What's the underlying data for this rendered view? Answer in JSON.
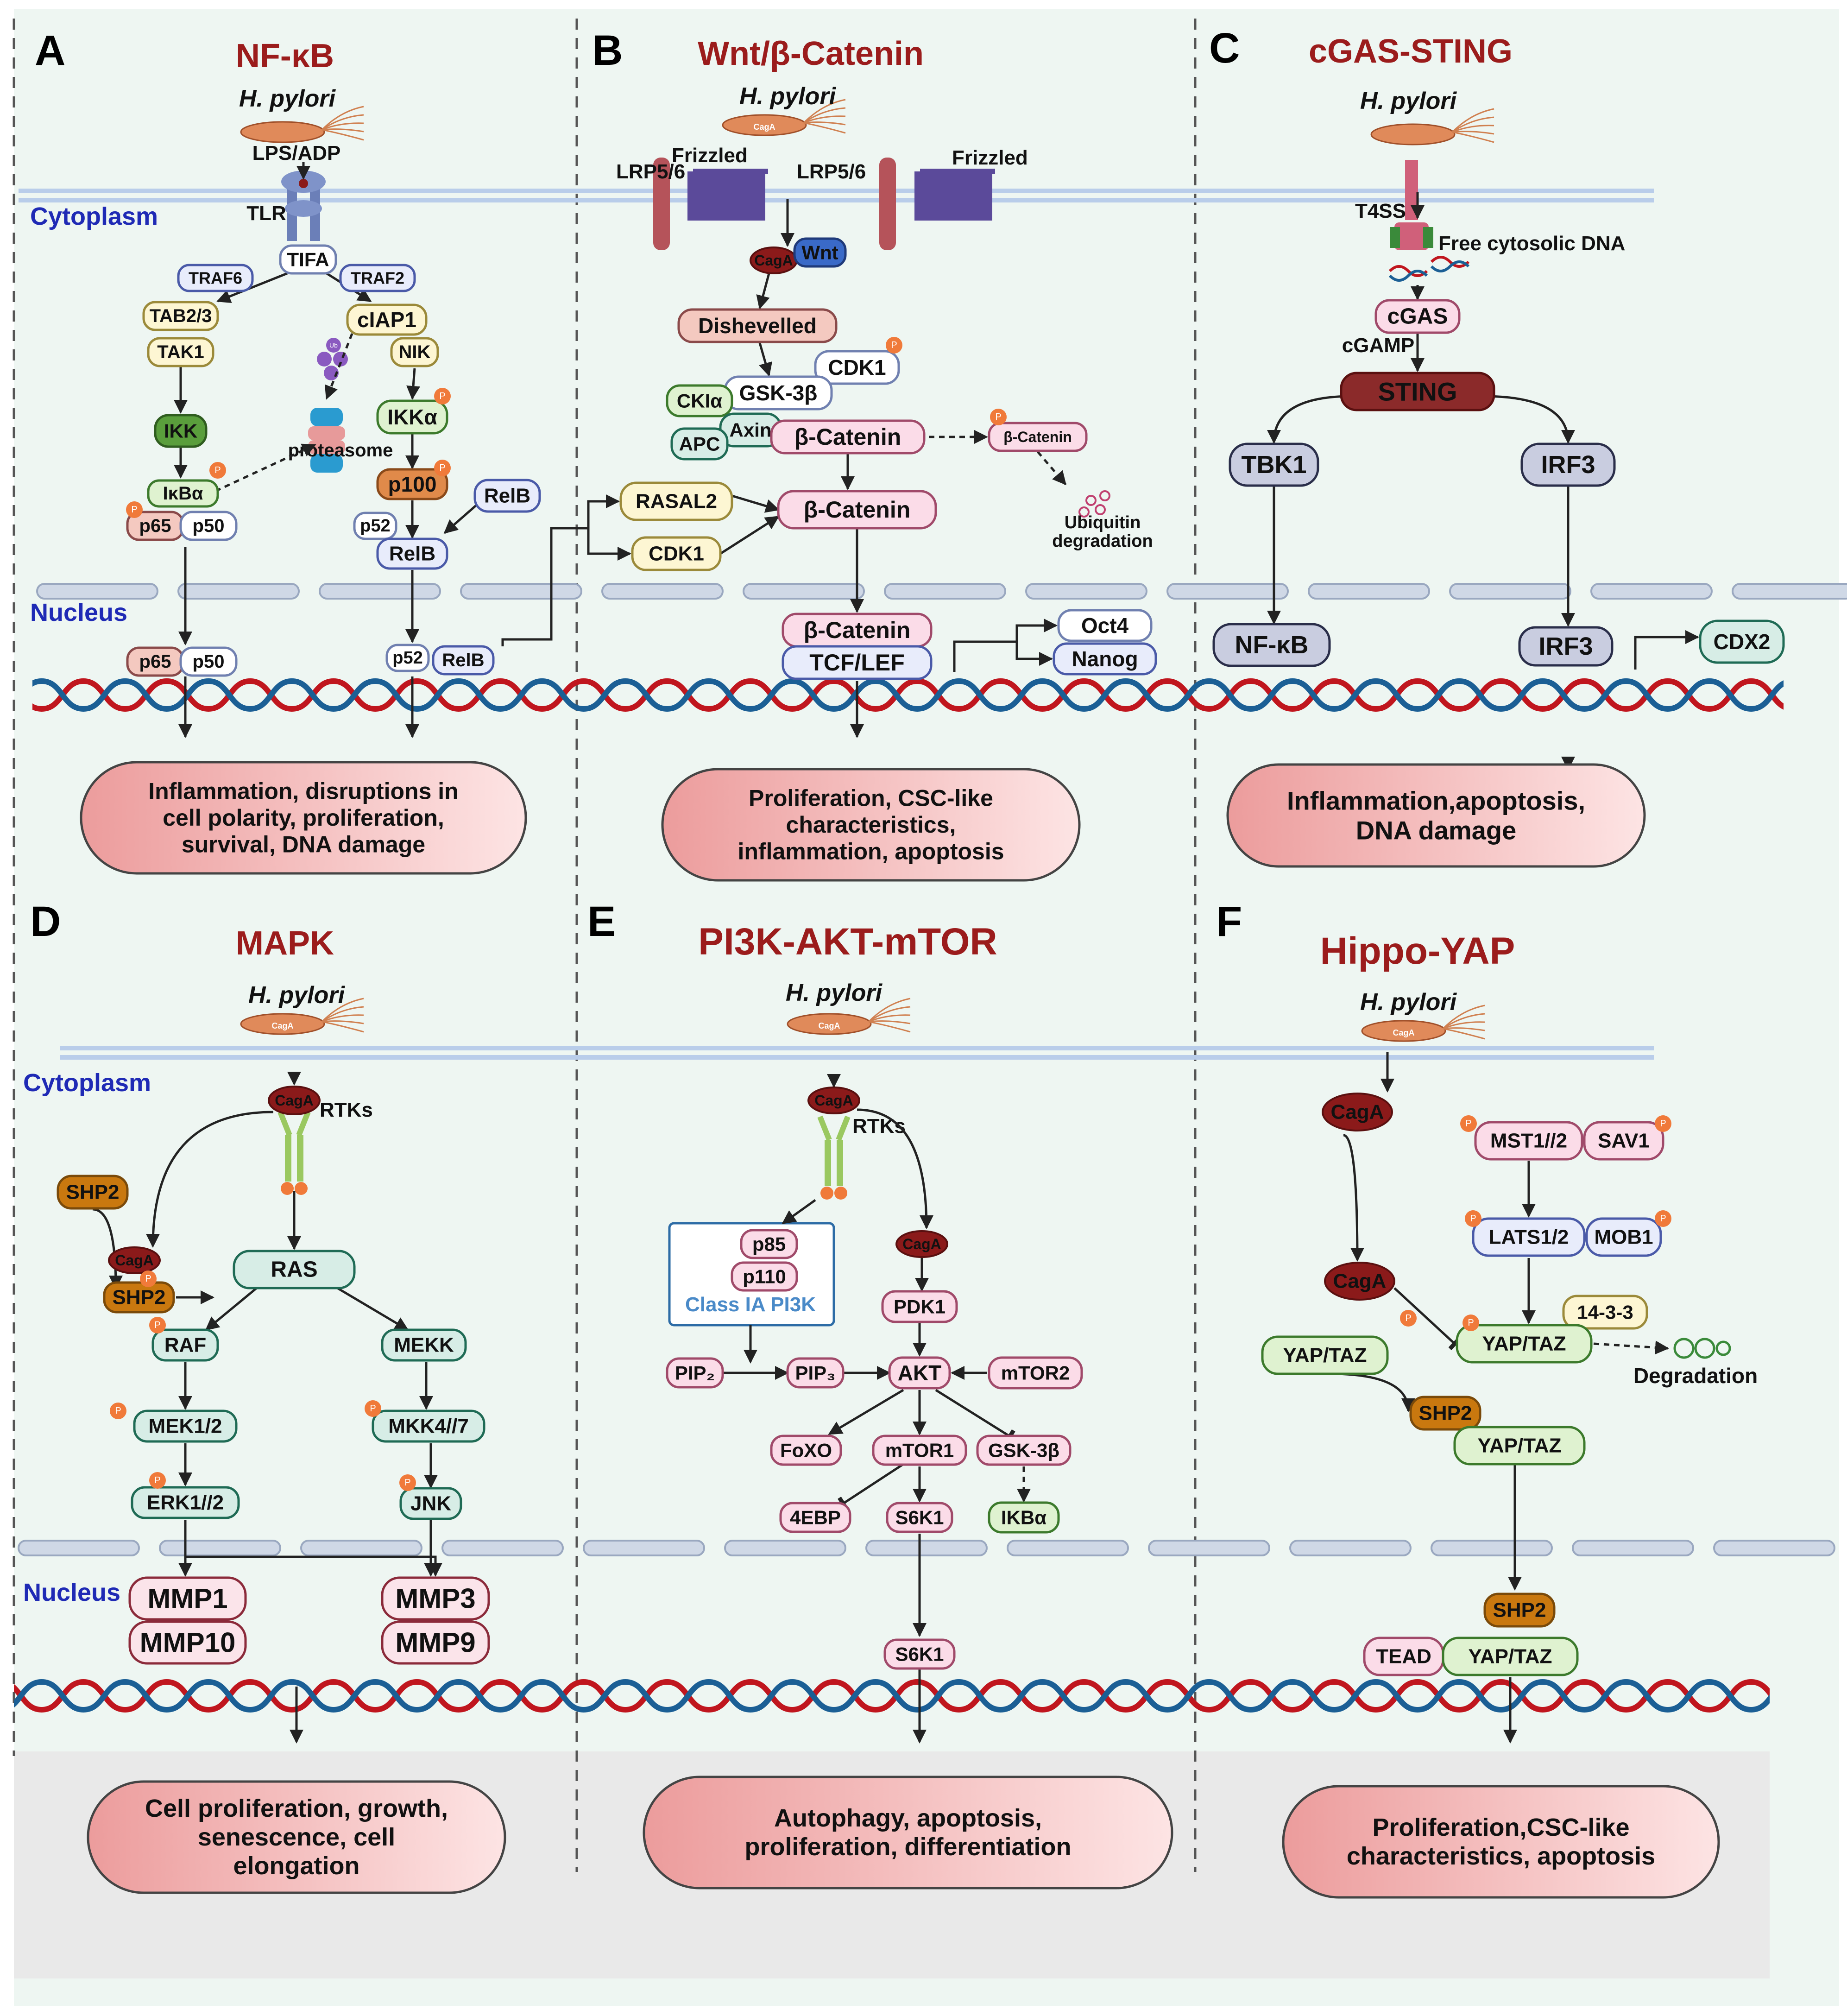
{
  "panels": {
    "A": {
      "letter": "A",
      "title": "NF-κB",
      "pathogen": "H. pylori",
      "ligand": "LPS/ADP",
      "receptor": "TLR",
      "cytoplasm": "Cytoplasm",
      "nucleus": "Nucleus",
      "nodes": {
        "tifa": "TIFA",
        "traf6": "TRAF6",
        "traf2": "TRAF2",
        "tab23": "TAB2/3",
        "tak1": "TAK1",
        "ciap1": "cIAP1",
        "nik": "NIK",
        "ikk": "IKK",
        "ikka": "IKKα",
        "ikba": "IκBα",
        "p65": "p65",
        "p50": "p50",
        "p100": "p100",
        "relb": "RelB",
        "p52": "p52",
        "relb2": "RelB",
        "p65n": "p65",
        "p50n": "p50",
        "p52n": "p52",
        "relbn": "RelB"
      },
      "proteasome": "proteasome",
      "ub": "Ub",
      "outcome": [
        "Inflammation, disruptions in",
        "cell polarity, proliferation,",
        "survival, DNA damage"
      ]
    },
    "B": {
      "letter": "B",
      "title": "Wnt/β-Catenin",
      "pathogen": "H. pylori",
      "lrp1": "LRP5/6",
      "frz1": "Frizzled",
      "lrp2": "LRP5/6",
      "frz2": "Frizzled",
      "nodes": {
        "caga": "CagA",
        "wnt": "Wnt",
        "dvl": "Dishevelled",
        "cdk1a": "CDK1",
        "gsk": "GSK-3β",
        "ckia": "CKIα",
        "axin": "Axin",
        "apc": "APC",
        "bcat1": "β-Catenin",
        "bcatp": "β-Catenin",
        "rasal2": "RASAL2",
        "cdk1b": "CDK1",
        "bcat2": "β-Catenin",
        "bcatn": "β-Catenin",
        "tcf": "TCF/LEF",
        "oct4": "Oct4",
        "nanog": "Nanog"
      },
      "ubiquitin": [
        "Ubiquitin",
        "degradation"
      ],
      "outcome": [
        "Proliferation, CSC-like",
        "characteristics,",
        "inflammation, apoptosis"
      ]
    },
    "C": {
      "letter": "C",
      "title": "cGAS-STING",
      "pathogen": "H. pylori",
      "t4ss": "T4SS",
      "dna": "Free cytosolic DNA",
      "nodes": {
        "cgas": "cGAS",
        "cgamp": "cGAMP",
        "sting": "STING",
        "tbk1": "TBK1",
        "irf3": "IRF3",
        "nfkb": "NF-κB",
        "irf3n": "IRF3",
        "cdx2": "CDX2"
      },
      "outcome": [
        "Inflammation,apoptosis,",
        "DNA damage"
      ]
    },
    "D": {
      "letter": "D",
      "title": "MAPK",
      "pathogen": "H. pylori",
      "cytoplasm": "Cytoplasm",
      "nucleus": "Nucleus",
      "rtks": "RTKs",
      "nodes": {
        "caga": "CagA",
        "shp2": "SHP2",
        "caga2": "CagA",
        "shp2b": "SHP2",
        "ras": "RAS",
        "raf": "RAF",
        "mekk": "MEKK",
        "mek12": "MEK1/2",
        "mkk47": "MKK4//7",
        "erk12": "ERK1//2",
        "jnk": "JNK",
        "mmp1": "MMP1",
        "mmp10": "MMP10",
        "mmp3": "MMP3",
        "mmp9": "MMP9"
      },
      "outcome": [
        "Cell proliferation, growth,",
        "senescence, cell",
        "elongation"
      ]
    },
    "E": {
      "letter": "E",
      "title": "PI3K-AKT-mTOR",
      "pathogen": "H. pylori",
      "rtks": "RTKs",
      "nodes": {
        "caga": "CagA",
        "caga2": "CagA",
        "p85": "p85",
        "p110": "p110",
        "pi3k": "Class IA PI3K",
        "pdk1": "PDK1",
        "pip2": "PIP₂",
        "pip3": "PIP₃",
        "akt": "AKT",
        "mtor2": "mTOR2",
        "foxo": "FoXO",
        "mtor1": "mTOR1",
        "gsk": "GSK-3β",
        "ebp4": "4EBP",
        "s6k1": "S6K1",
        "ikba": "IKBα",
        "s6k1n": "S6K1"
      },
      "outcome": [
        "Autophagy, apoptosis,",
        "proliferation, differentiation"
      ]
    },
    "F": {
      "letter": "F",
      "title": "Hippo-YAP",
      "pathogen": "H. pylori",
      "nodes": {
        "caga": "CagA",
        "caga2": "CagA",
        "mst": "MST1//2",
        "sav1": "SAV1",
        "lats": "LATS1/2",
        "mob1": "MOB1",
        "yap1": "YAP/TAZ",
        "s1433": "14-3-3",
        "yap2": "YAP/TAZ",
        "shp2": "SHP2",
        "yap3": "YAP/TAZ",
        "shp2n": "SHP2",
        "tead": "TEAD",
        "yapn": "YAP/TAZ"
      },
      "degradation": "Degradation",
      "outcome": [
        "Proliferation,CSC-like",
        "characteristics,  apoptosis"
      ]
    }
  },
  "colors": {
    "background": "#eef6f2",
    "title": "#9b1c1c",
    "location": "#1f2ab5",
    "membrane": "#b9cdea",
    "outcome_fill": "#f1a9a9",
    "dna_red": "#c0161e",
    "dna_blue": "#1b5f95"
  },
  "cagaLabel": "CagA"
}
